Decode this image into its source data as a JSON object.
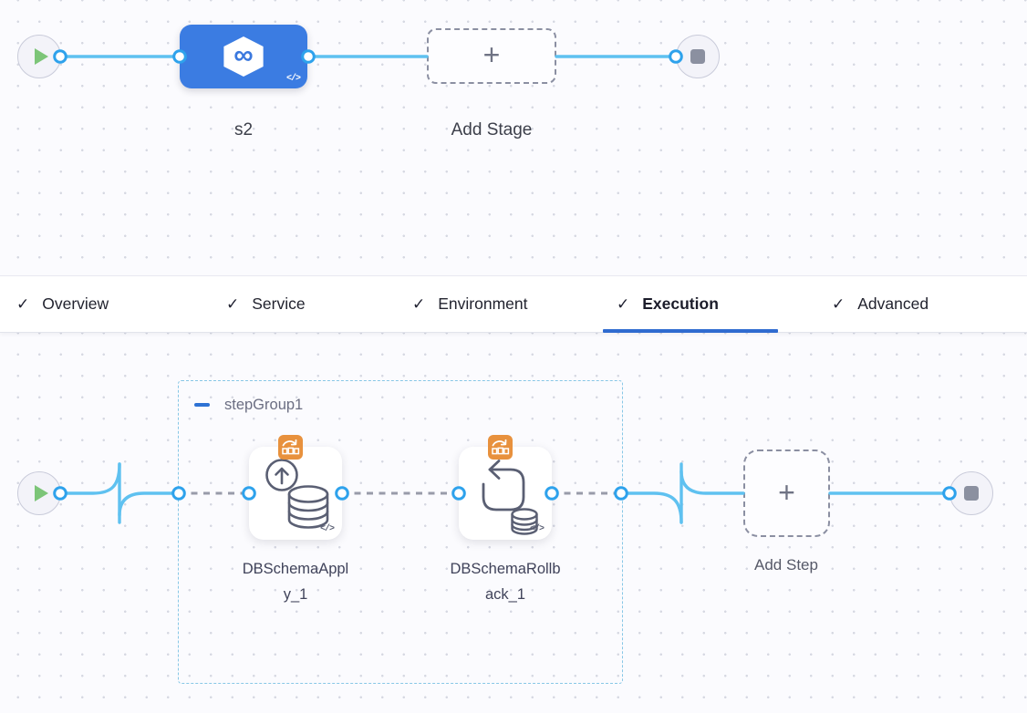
{
  "stage_canvas": {
    "stage_name": "s2",
    "add_stage_label": "Add Stage"
  },
  "tabs": {
    "active": "Execution",
    "items": [
      {
        "label": "Overview",
        "checked": true
      },
      {
        "label": "Service",
        "checked": true
      },
      {
        "label": "Environment",
        "checked": true
      },
      {
        "label": "Execution",
        "checked": true
      },
      {
        "label": "Advanced",
        "checked": true
      }
    ]
  },
  "execution_canvas": {
    "step_group": {
      "name": "stepGroup1",
      "steps": [
        {
          "name": "DBSchemaApply_1",
          "label_lines": [
            "DBSchemaAppl",
            "y_1"
          ]
        },
        {
          "name": "DBSchemaRollback_1",
          "label_lines": [
            "DBSchemaRollb",
            "ack_1"
          ]
        }
      ]
    },
    "add_step_label": "Add Step"
  },
  "icons": {
    "plus": "+",
    "code": "</>",
    "check": "✓",
    "infinity": "∞"
  },
  "colors": {
    "connector_blue": "#5fc1f0",
    "port_ring_blue": "#2ea2ec",
    "stage_node_blue": "#3b7ce2",
    "active_tab_blue": "#2f6bd0",
    "step_group_border": "#87c7e6",
    "badge_orange": "#e8913d",
    "play_green": "#7cc578",
    "stop_gray": "#8b90a0",
    "dashed_connector_gray": "#989ba9"
  }
}
